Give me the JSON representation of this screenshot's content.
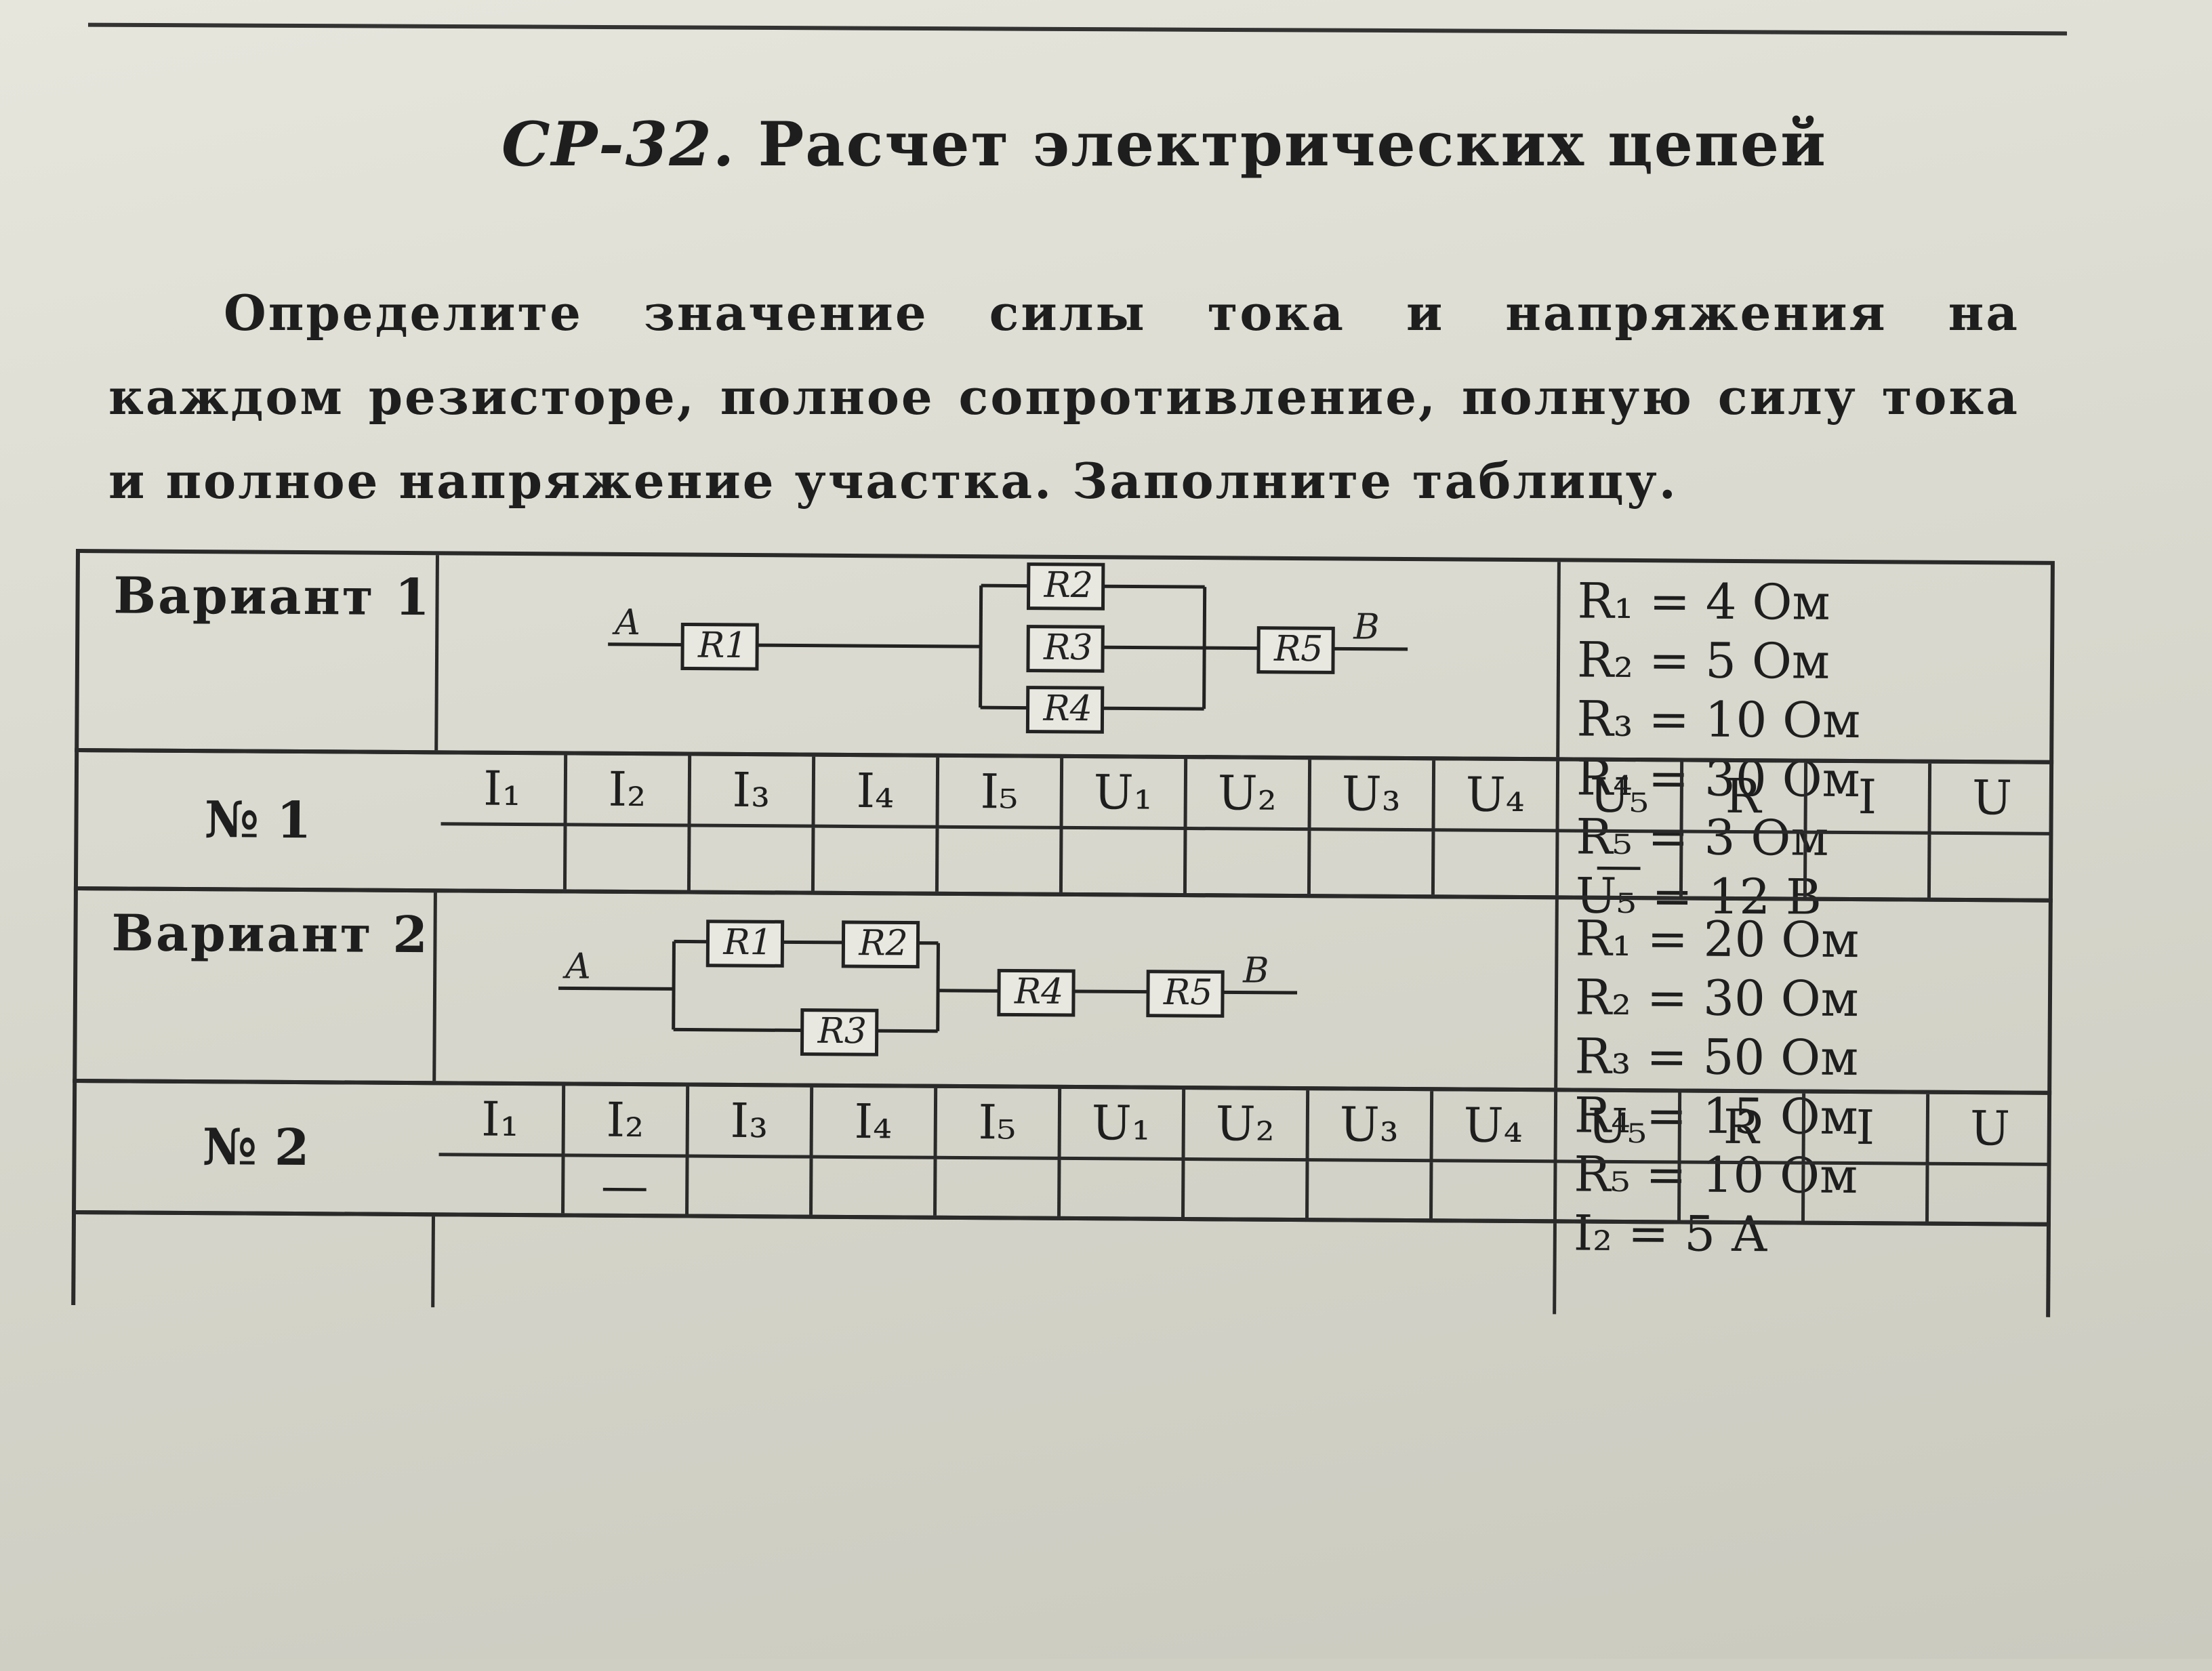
{
  "header": {
    "code": "СР-32.",
    "title": "Расчет электрических цепей"
  },
  "instructions": "Определите значение силы тока и напряжения на каждом резисторе, полное сопротивление, полную силу тока и полное напряжение участка. Заполните таблицу.",
  "table_headers": [
    "I₁",
    "I₂",
    "I₃",
    "I₄",
    "I₅",
    "U₁",
    "U₂",
    "U₃",
    "U₄",
    "U₅",
    "R",
    "I",
    "U"
  ],
  "variants": [
    {
      "label": "Вариант 1",
      "number": "№ 1",
      "circuit": {
        "terminal_a": "A",
        "terminal_b": "B",
        "resistors": [
          "R1",
          "R2",
          "R3",
          "R4",
          "R5"
        ]
      },
      "given": [
        "R₁ = 4 Ом",
        "R₂ = 5 Ом",
        "R₃ = 10 Ом",
        "R₄ = 30 Ом",
        "R₅ = 3 Ом",
        "U₅ = 12 В"
      ],
      "answers": [
        "",
        "",
        "",
        "",
        "",
        "",
        "",
        "",
        "",
        "—",
        "",
        "",
        ""
      ]
    },
    {
      "label": "Вариант 2",
      "number": "№ 2",
      "circuit": {
        "terminal_a": "A",
        "terminal_b": "B",
        "resistors": [
          "R1",
          "R2",
          "R3",
          "R4",
          "R5"
        ]
      },
      "given": [
        "R₁ = 20 Ом",
        "R₂ = 30 Ом",
        "R₃ = 50 Ом",
        "R₄ = 15 Ом",
        "R₅ = 10 Ом",
        "I₂ = 5 А"
      ],
      "answers": [
        "",
        "—",
        "",
        "",
        "",
        "",
        "",
        "",
        "",
        "",
        "",
        "",
        ""
      ]
    }
  ]
}
